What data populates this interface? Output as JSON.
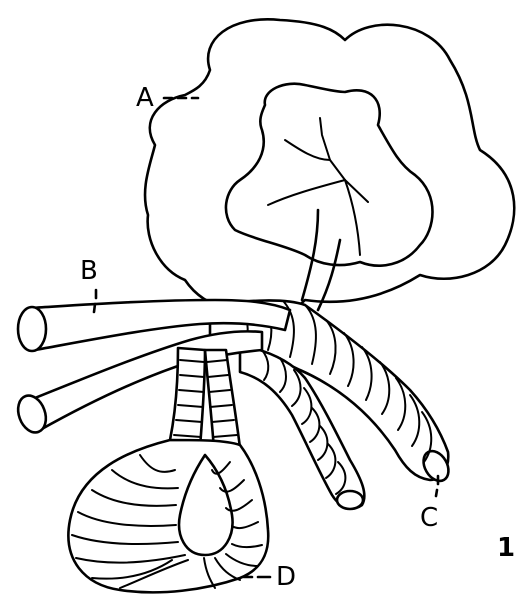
{
  "figure": {
    "number": "1",
    "labels": {
      "a": "A",
      "b": "B",
      "c": "C",
      "d": "D"
    }
  }
}
